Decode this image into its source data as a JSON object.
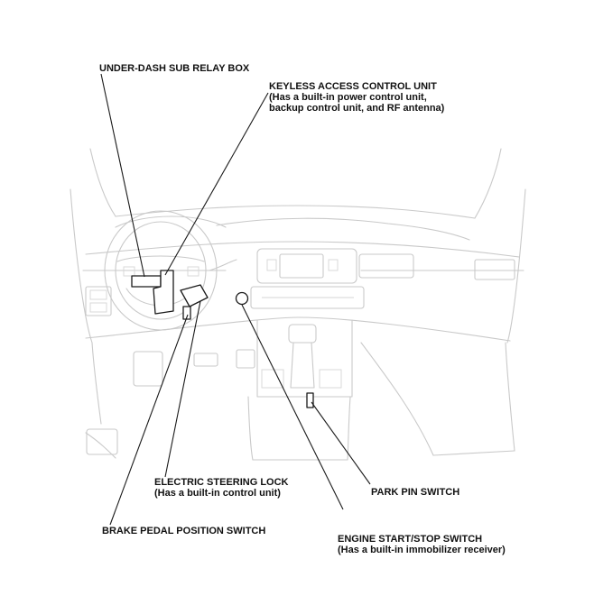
{
  "callouts": {
    "relay_box": {
      "lines": [
        "UNDER-DASH SUB RELAY BOX"
      ]
    },
    "keyless": {
      "lines": [
        "KEYLESS ACCESS CONTROL UNIT",
        "(Has a built-in power control unit,",
        "backup control unit, and RF antenna)"
      ]
    },
    "steering_lock": {
      "lines": [
        "ELECTRIC STEERING LOCK",
        "(Has a built-in control unit)"
      ]
    },
    "park_pin": {
      "lines": [
        "PARK PIN SWITCH"
      ]
    },
    "brake_pedal": {
      "lines": [
        "BRAKE PEDAL POSITION SWITCH"
      ]
    },
    "engine_start": {
      "lines": [
        "ENGINE START/STOP SWITCH",
        "(Has a built-in immobilizer receiver)"
      ]
    }
  }
}
